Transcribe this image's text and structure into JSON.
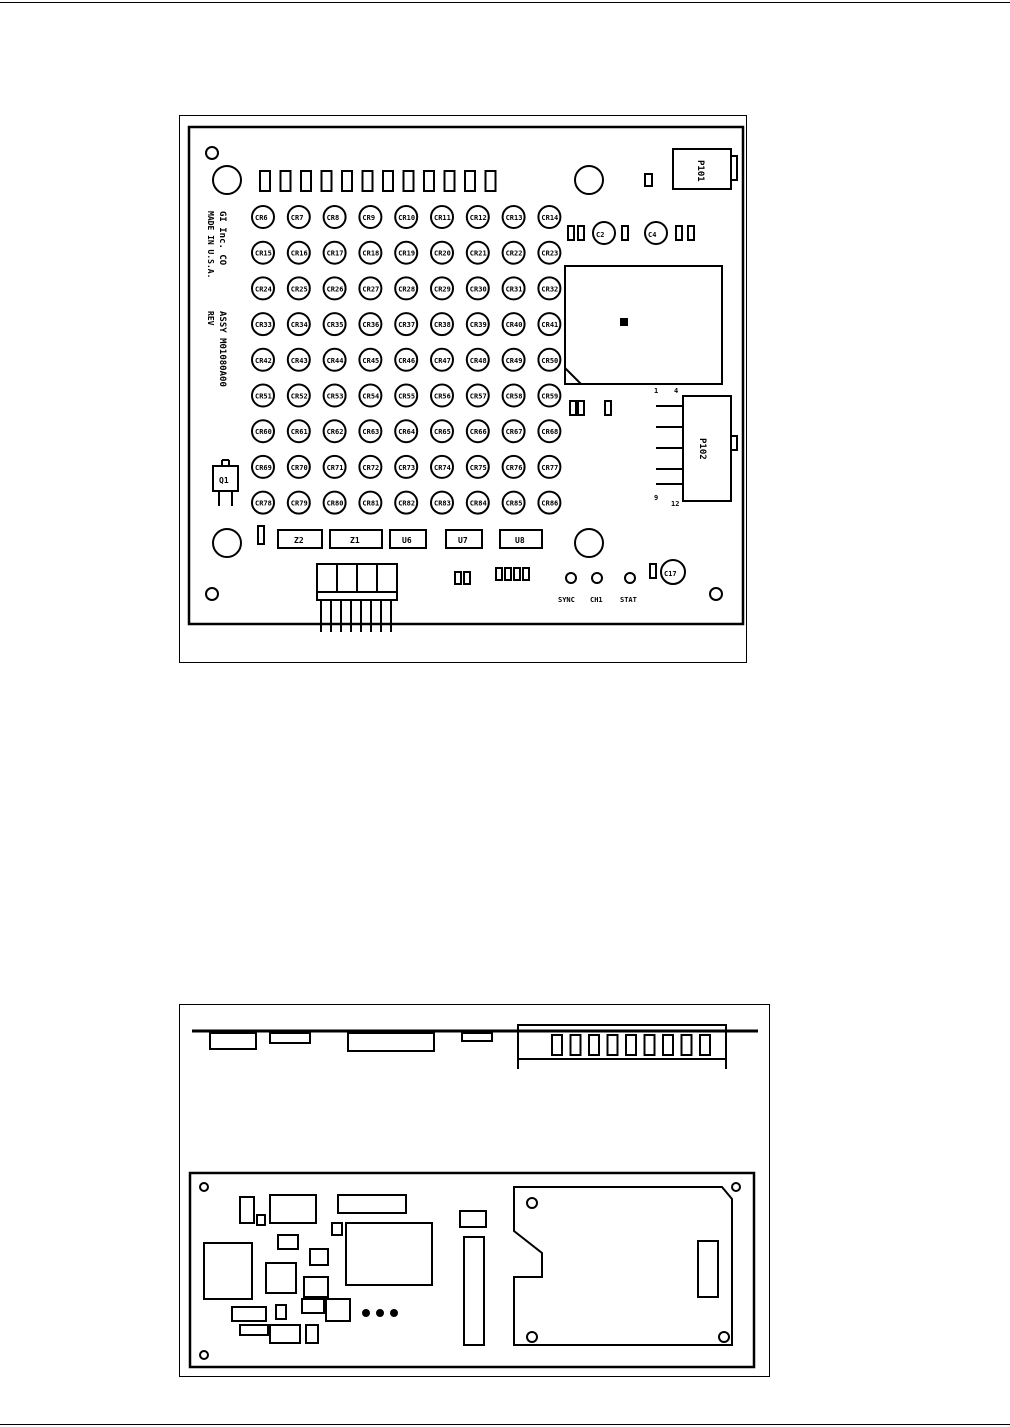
{
  "figure1": {
    "board_labels": {
      "maker": "GI Inc. CO",
      "made_in": "MADE IN U.S.A.",
      "assy": "ASSY M01080A00",
      "rev": "REV"
    },
    "connectors": {
      "p101": "P101",
      "p102": "P102",
      "p102_pin1": "1",
      "p102_pin4": "4",
      "p102_pin9": "9",
      "p102_pin12": "12"
    },
    "leds": {
      "row_labels": [
        [
          "CR6",
          "CR7",
          "CR8",
          "CR9",
          "CR10",
          "CR11",
          "CR12",
          "CR13",
          "CR14"
        ],
        [
          "CR15",
          "CR16",
          "CR17",
          "CR18",
          "CR19",
          "CR20",
          "CR21",
          "CR22",
          "CR23"
        ],
        [
          "CR24",
          "CR25",
          "CR26",
          "CR27",
          "CR28",
          "CR29",
          "CR30",
          "CR31",
          "CR32"
        ],
        [
          "CR33",
          "CR34",
          "CR35",
          "CR36",
          "CR37",
          "CR38",
          "CR39",
          "CR40",
          "CR41"
        ],
        [
          "CR42",
          "CR43",
          "CR44",
          "CR45",
          "CR46",
          "CR47",
          "CR48",
          "CR49",
          "CR50"
        ],
        [
          "CR51",
          "CR52",
          "CR53",
          "CR54",
          "CR55",
          "CR56",
          "CR57",
          "CR58",
          "CR59"
        ],
        [
          "CR60",
          "CR61",
          "CR62",
          "CR63",
          "CR64",
          "CR65",
          "CR66",
          "CR67",
          "CR68"
        ],
        [
          "CR69",
          "CR70",
          "CR71",
          "CR72",
          "CR73",
          "CR74",
          "CR75",
          "CR76",
          "CR77"
        ],
        [
          "CR78",
          "CR79",
          "CR80",
          "CR81",
          "CR82",
          "CR83",
          "CR84",
          "CR85",
          "CR86"
        ]
      ]
    },
    "ics": [
      "Z2",
      "Z1",
      "U6",
      "U7",
      "U8"
    ],
    "transistor": "Q1",
    "caps": {
      "c2": "C2",
      "c4": "C4",
      "c17": "C17"
    },
    "status_leds": [
      "SYNC",
      "CH1",
      "STAT"
    ]
  },
  "figure2": {}
}
